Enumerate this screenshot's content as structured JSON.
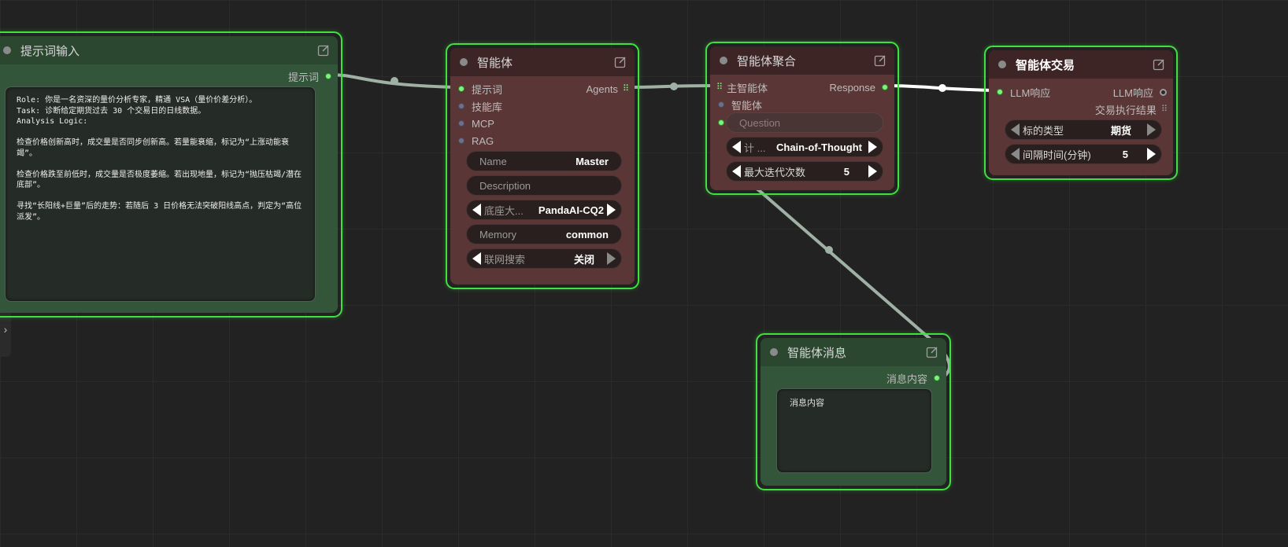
{
  "nodes": {
    "prompt_input": {
      "title": "提示词输入",
      "output_label": "提示词",
      "text": "Role: 你是一名资深的量价分析专家，精通 VSA（量价价差分析）。\nTask: 诊断给定期货过去 30 个交易日的日线数据。\nAnalysis Logic:\n\n检查价格创新高时，成交量是否同步创新高。若量能衰缩，标记为“上涨动能衰竭”。\n\n检查价格跌至前低时，成交量是否极度萎缩。若出现地量，标记为“抛压枯竭/潜在底部”。\n\n寻找“长阳线+巨量”后的走势：若随后 3 日价格无法突破阳线高点，判定为“高位派发”。"
    },
    "agent": {
      "title": "智能体",
      "inputs": [
        "提示词",
        "技能库",
        "MCP",
        "RAG"
      ],
      "output_label": "Agents",
      "widgets": {
        "name_label": "Name",
        "name_value": "Master",
        "description_placeholder": "Description",
        "model_label": "底座大...",
        "model_value": "PandaAI-CQ2",
        "memory_label": "Memory",
        "memory_value": "common",
        "search_label": "联网搜索",
        "search_value": "关闭"
      }
    },
    "aggregate": {
      "title": "智能体聚合",
      "inputs": [
        "主智能体",
        "智能体"
      ],
      "output_label": "Response",
      "question_placeholder": "Question",
      "strategy_label": "计 ...",
      "strategy_value": "Chain-of-Thought",
      "iterations_label": "最大迭代次数",
      "iterations_value": "5"
    },
    "trade": {
      "title": "智能体交易",
      "input_label": "LLM响应",
      "outputs": [
        "LLM响应",
        "交易执行结果"
      ],
      "asset_label": "标的类型",
      "asset_value": "期货",
      "interval_label": "间隔时间(分钟)",
      "interval_value": "5"
    },
    "message": {
      "title": "智能体消息",
      "output_label": "消息内容",
      "content": "消息内容"
    }
  },
  "sidebar": {
    "collapse_glyph": "›"
  },
  "colors": {
    "selected_border": "#3fe03f",
    "wire": "#9fb0a4",
    "wire_active": "#ffffff",
    "pin_on": "#7ff27f"
  }
}
